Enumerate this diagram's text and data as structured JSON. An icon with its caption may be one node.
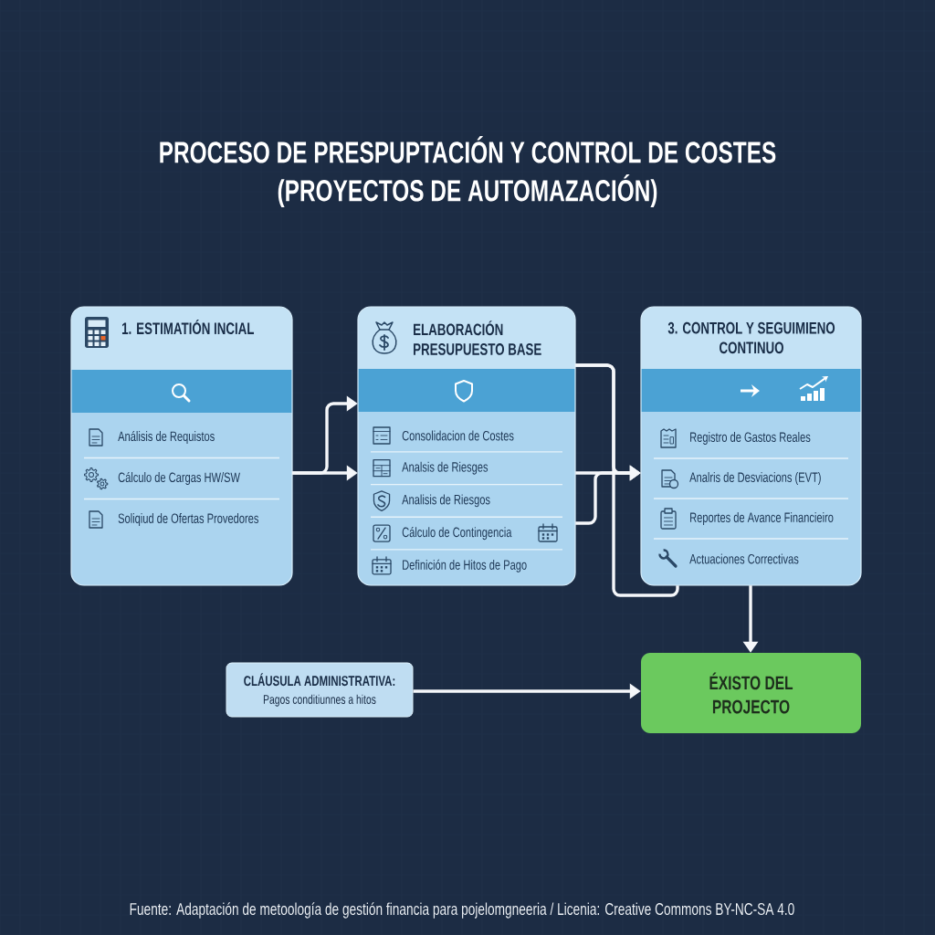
{
  "diagram": {
    "title": "PROCESO DE PRESPUPTACIÓN Y CONTROL DE COSTES (PROYECTOS DE AUTOMAZACIÓN)",
    "caption": "Fuente: Adaptación de metoología de gestión financia para pojelomgneeria / Licenia: Creative Commons BY-NC-SA 4.0",
    "nodes": [
      {
        "text": [
          "1. ESTIMATIÓN INCIAL",
          "Análisis de Requistos",
          "Cálculo de Cargas HW/SW",
          "Soliqiud de Ofertas Provedores"
        ]
      },
      {
        "text": [
          "ELABORACIÓN PRESUPUESTO BASE",
          "Consolidacion de Costes",
          "Analsis de Riesges",
          "Analisis de Riesgos",
          "Cálculo de Contingencia",
          "Definición de Hitos de Pago"
        ]
      },
      {
        "text": [
          "3. CONTROL Y SEGUIMIENO CONTINUO",
          "Registro de Gastos Reales",
          "Analris de Desviacions (EVT)",
          "Reportes de Avance Financieiro",
          "Actuaciones Correctivas"
        ]
      },
      {
        "text": [
          "CLÁUSULA ADMINISTRATIVA:",
          "Pagos conditiunnes a hitos"
        ]
      },
      {
        "text": [
          "ÉXISTO DEL PROJECTO"
        ]
      }
    ],
    "edges": [
      {
        "from": 0,
        "to": 1,
        "arrow": "to"
      },
      {
        "from": 0,
        "to": 1,
        "arrow": "to"
      },
      {
        "from": 1,
        "to": 2,
        "arrow": "to"
      },
      {
        "from": 1,
        "to": 2,
        "arrow": "to"
      },
      {
        "from": 1,
        "to": 2,
        "arrow": "to"
      },
      {
        "from": 1,
        "to": 2,
        "arrow": "none"
      },
      {
        "from": 2,
        "to": 4,
        "arrow": "to"
      },
      {
        "from": 3,
        "to": 4,
        "arrow": "to"
      }
    ]
  }
}
